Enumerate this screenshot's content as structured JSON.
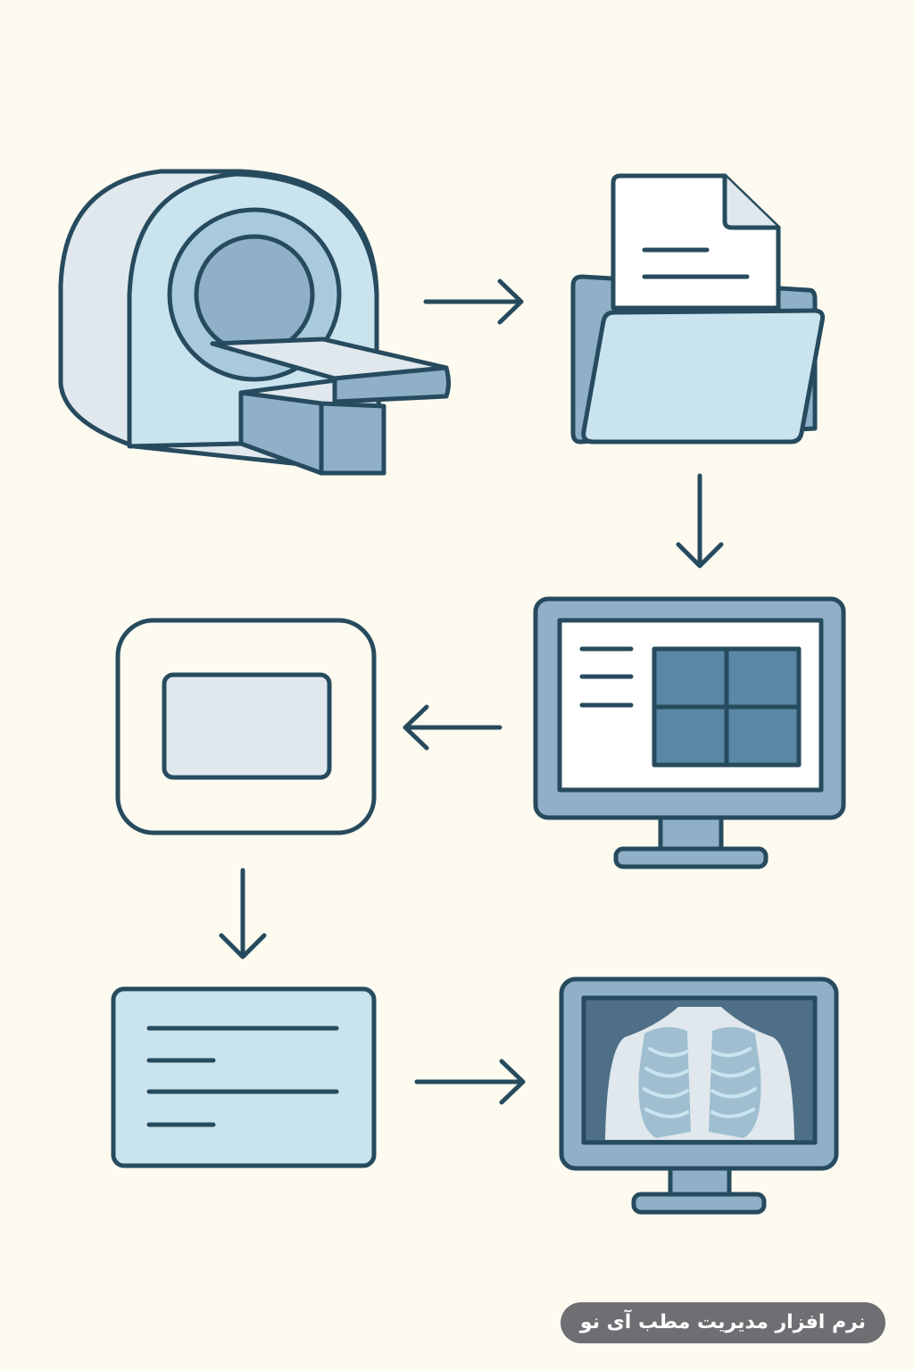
{
  "watermark": {
    "text": "نرم افزار مدیریت مطب آی نو"
  },
  "colors": {
    "background": "#fdfaf0",
    "stroke": "#274b5e",
    "light_blue": "#c9e3ef",
    "mid_blue": "#8fb0c6",
    "dark_blue": "#5a88a4",
    "pale_gray": "#e0e8ee",
    "watermark_bg": "#6e6f73"
  },
  "nodes": [
    {
      "id": "mri-scanner",
      "icon": "mri-scanner-icon"
    },
    {
      "id": "file-folder",
      "icon": "folder-document-icon"
    },
    {
      "id": "workstation-monitor",
      "icon": "monitor-grid-icon"
    },
    {
      "id": "storage-box",
      "icon": "rounded-box-icon"
    },
    {
      "id": "report-card",
      "icon": "report-lines-icon"
    },
    {
      "id": "xray-monitor",
      "icon": "chest-xray-monitor-icon"
    }
  ],
  "edges": [
    {
      "from": "mri-scanner",
      "to": "file-folder"
    },
    {
      "from": "file-folder",
      "to": "workstation-monitor"
    },
    {
      "from": "workstation-monitor",
      "to": "storage-box"
    },
    {
      "from": "storage-box",
      "to": "report-card"
    },
    {
      "from": "report-card",
      "to": "xray-monitor"
    }
  ]
}
